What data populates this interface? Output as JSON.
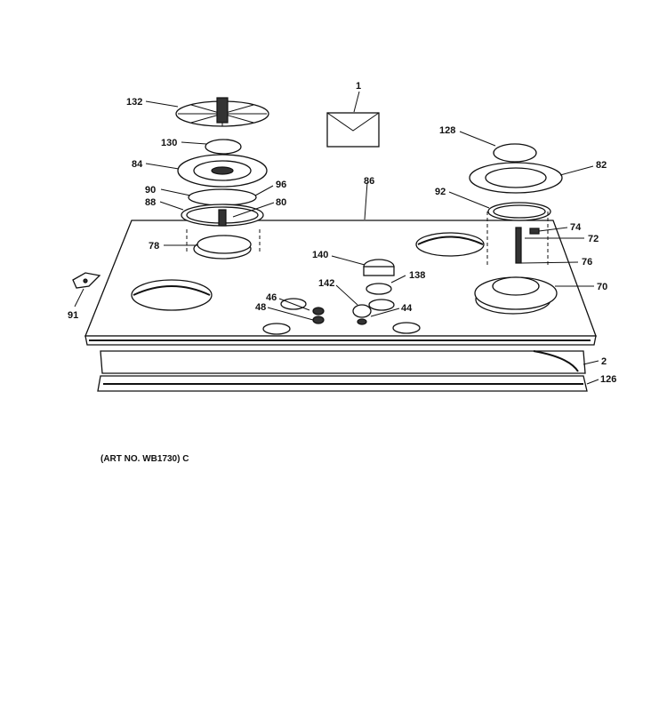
{
  "callouts": [
    "1",
    "132",
    "130",
    "84",
    "96",
    "90",
    "88",
    "80",
    "78",
    "128",
    "82",
    "92",
    "74",
    "72",
    "76",
    "70",
    "86",
    "140",
    "138",
    "142",
    "46",
    "48",
    "44",
    "91",
    "2",
    "126"
  ],
  "art_number": "(ART NO. WB1730) C"
}
